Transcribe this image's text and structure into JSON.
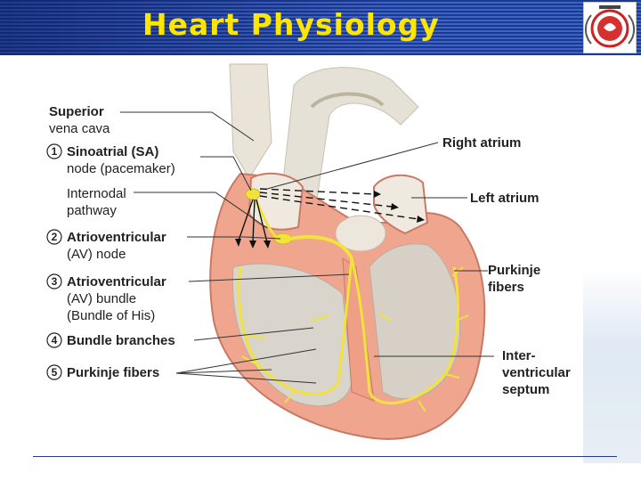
{
  "header": {
    "title": "Heart Physiology",
    "logo_icon": "society-logo-icon"
  },
  "diagram": {
    "left_labels": [
      {
        "num": "",
        "lines": [
          "Superior",
          "vena cava"
        ]
      },
      {
        "num": "1",
        "lines": [
          "Sinoatrial (SA)",
          "node (pacemaker)"
        ]
      },
      {
        "num": "",
        "lines": [
          "Internodal",
          "pathway"
        ]
      },
      {
        "num": "2",
        "lines": [
          "Atrioventricular",
          "(AV) node"
        ]
      },
      {
        "num": "3",
        "lines": [
          "Atrioventricular",
          "(AV) bundle",
          "(Bundle of His)"
        ]
      },
      {
        "num": "4",
        "lines": [
          "Bundle branches"
        ]
      },
      {
        "num": "5",
        "lines": [
          "Purkinje fibers"
        ]
      }
    ],
    "right_labels": [
      {
        "lines": [
          "Right atrium"
        ]
      },
      {
        "lines": [
          "Left atrium"
        ]
      },
      {
        "lines": [
          "Purkinje",
          "fibers"
        ]
      },
      {
        "lines": [
          "Inter-",
          "ventricular",
          "septum"
        ]
      }
    ]
  },
  "colors": {
    "header_blue": "#1a3a8f",
    "title_yellow": "#ffe600",
    "myocardium": "#f0a58e",
    "conduction": "#f2e23c"
  }
}
